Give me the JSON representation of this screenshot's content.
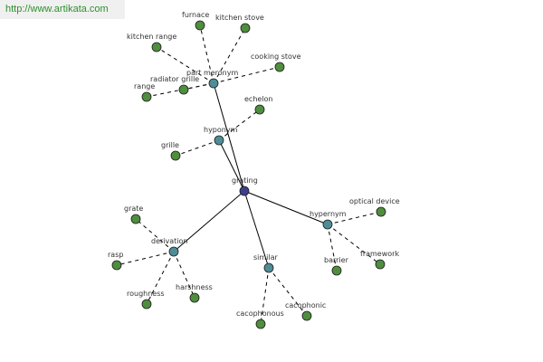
{
  "header": {
    "url": "http://www.artikata.com"
  },
  "colors": {
    "leaf": "#4f8e3e",
    "relation": "#4f8d96",
    "center": "#3d3f8e",
    "outline": "#1c1c1c",
    "solid_edge": "#000000",
    "dashed_edge": "#000000",
    "url_text": "#2e8f2e"
  },
  "graph": {
    "center": {
      "id": "grating",
      "label": "grating"
    },
    "relations": [
      {
        "id": "part-meronym",
        "label": "part meronym"
      },
      {
        "id": "hyponym",
        "label": "hyponym"
      },
      {
        "id": "derivation",
        "label": "derivation"
      },
      {
        "id": "similar",
        "label": "similar"
      },
      {
        "id": "hypernym",
        "label": "hypernym"
      }
    ],
    "leaves": [
      {
        "id": "furnace",
        "label": "furnace",
        "parent": "part-meronym"
      },
      {
        "id": "kitchen-stove",
        "label": "kitchen stove",
        "parent": "part-meronym"
      },
      {
        "id": "kitchen-range",
        "label": "kitchen range",
        "parent": "part-meronym"
      },
      {
        "id": "cooking-stove",
        "label": "cooking stove",
        "parent": "part-meronym"
      },
      {
        "id": "radiator-grille",
        "label": "radiator grille",
        "parent": "part-meronym"
      },
      {
        "id": "range",
        "label": "range",
        "parent": "part-meronym"
      },
      {
        "id": "echelon",
        "label": "echelon",
        "parent": "hyponym"
      },
      {
        "id": "grille",
        "label": "grille",
        "parent": "hyponym"
      },
      {
        "id": "grate",
        "label": "grate",
        "parent": "derivation"
      },
      {
        "id": "rasp",
        "label": "rasp",
        "parent": "derivation"
      },
      {
        "id": "roughness",
        "label": "roughness",
        "parent": "derivation"
      },
      {
        "id": "harshness",
        "label": "harshness",
        "parent": "derivation"
      },
      {
        "id": "cacophonous",
        "label": "cacophonous",
        "parent": "similar"
      },
      {
        "id": "cacophonic",
        "label": "cacophonic",
        "parent": "similar"
      },
      {
        "id": "optical-device",
        "label": "optical device",
        "parent": "hypernym"
      },
      {
        "id": "barrier",
        "label": "barrier",
        "parent": "hypernym"
      },
      {
        "id": "framework",
        "label": "framework",
        "parent": "hypernym"
      }
    ]
  }
}
